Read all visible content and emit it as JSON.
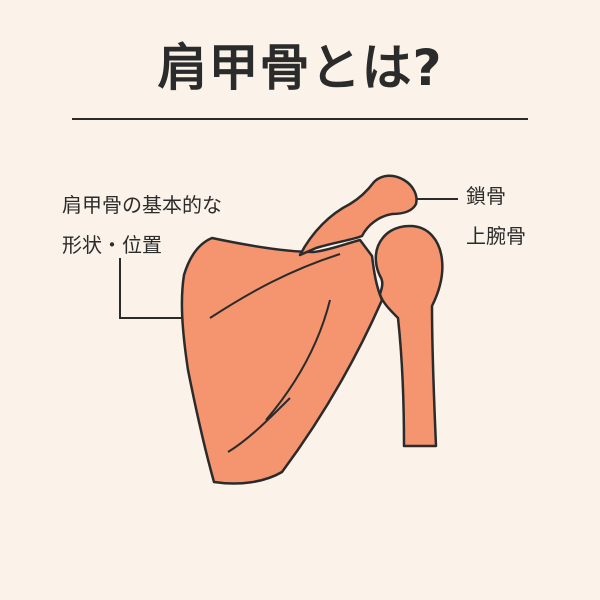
{
  "title": "肩甲骨とは?",
  "labels": {
    "scapula_line1": "肩甲骨の基本的な",
    "scapula_line2": "形状・位置",
    "clavicle": "鎖骨",
    "humerus": "上腕骨"
  },
  "colors": {
    "background": "#fbf3e9",
    "bone_fill": "#f4956f",
    "outline": "#2b2b2b"
  }
}
